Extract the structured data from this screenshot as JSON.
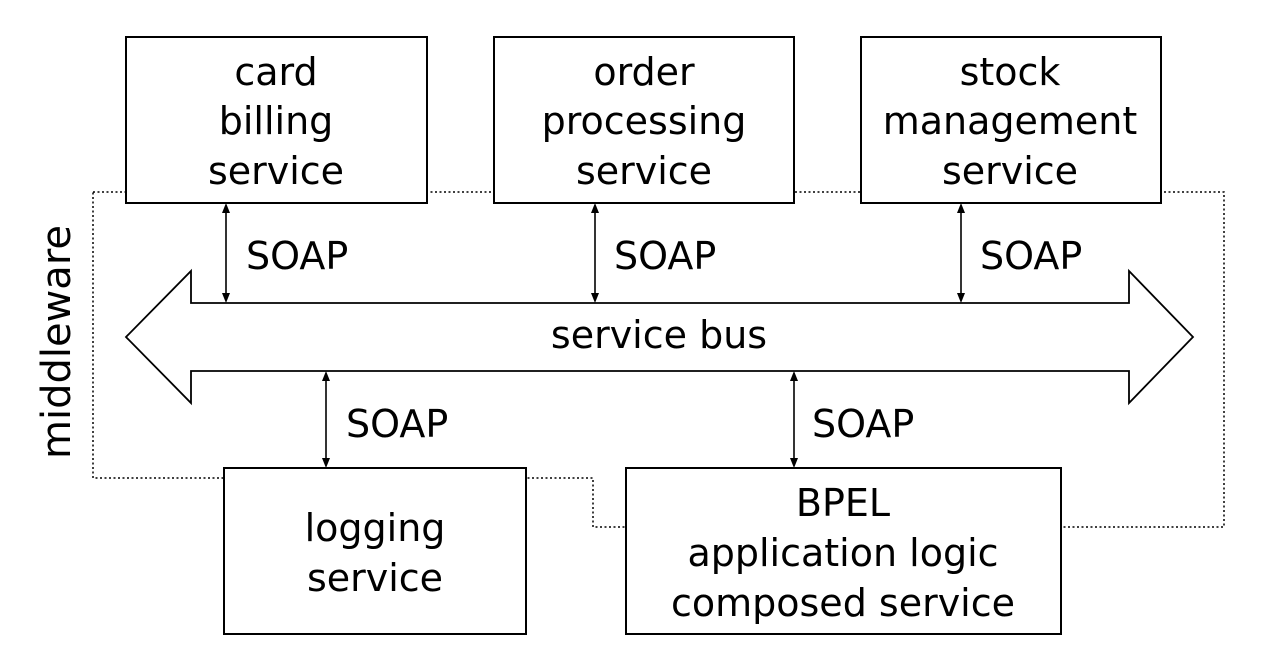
{
  "colors": {
    "line": "#000000",
    "background": "#ffffff"
  },
  "middleware": {
    "label": "middleware"
  },
  "bus": {
    "label": "service bus"
  },
  "services": {
    "card_billing": [
      "card",
      "billing",
      "service"
    ],
    "order_processing": [
      "order",
      "processing",
      "service"
    ],
    "stock_management": [
      "stock",
      "management",
      "service"
    ],
    "logging": [
      "logging",
      "service"
    ],
    "bpel": [
      "BPEL",
      "application logic",
      "composed service"
    ]
  },
  "connections": {
    "card_billing": "SOAP",
    "order_processing": "SOAP",
    "stock_management": "SOAP",
    "logging": "SOAP",
    "bpel": "SOAP"
  }
}
